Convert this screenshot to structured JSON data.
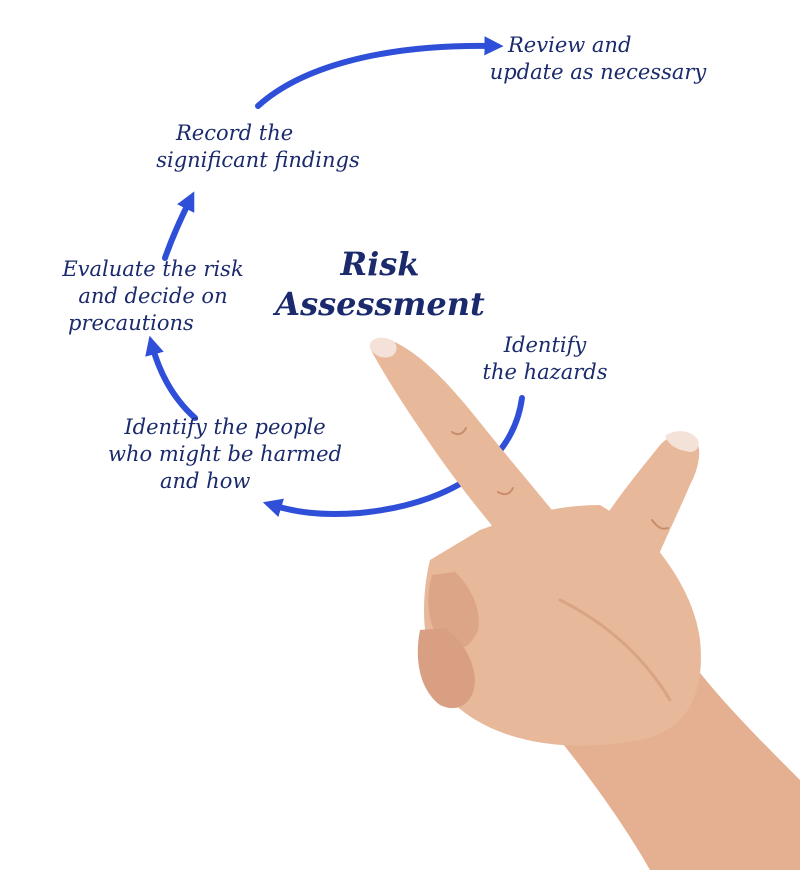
{
  "diagram": {
    "title": {
      "line1": "Risk",
      "line2": "Assessment"
    },
    "steps": [
      {
        "line1": "Identify",
        "line2": "the hazards"
      },
      {
        "line1": "Identify the people",
        "line2": "who might be harmed",
        "line3": "and how"
      },
      {
        "line1": "Evaluate the risk",
        "line2": "and decide on",
        "line3": "precautions"
      },
      {
        "line1": "Record the",
        "line2": "significant findings"
      },
      {
        "line1": "Review and",
        "line2": "update as necessary"
      }
    ],
    "colors": {
      "text": "#1a2a6c",
      "arrow": "#2f4fd8",
      "skin": "#e8b89a",
      "skin_shadow": "#cf9678",
      "nail": "#f4e2d8"
    },
    "icons": [
      "pointing-hand-icon"
    ]
  }
}
